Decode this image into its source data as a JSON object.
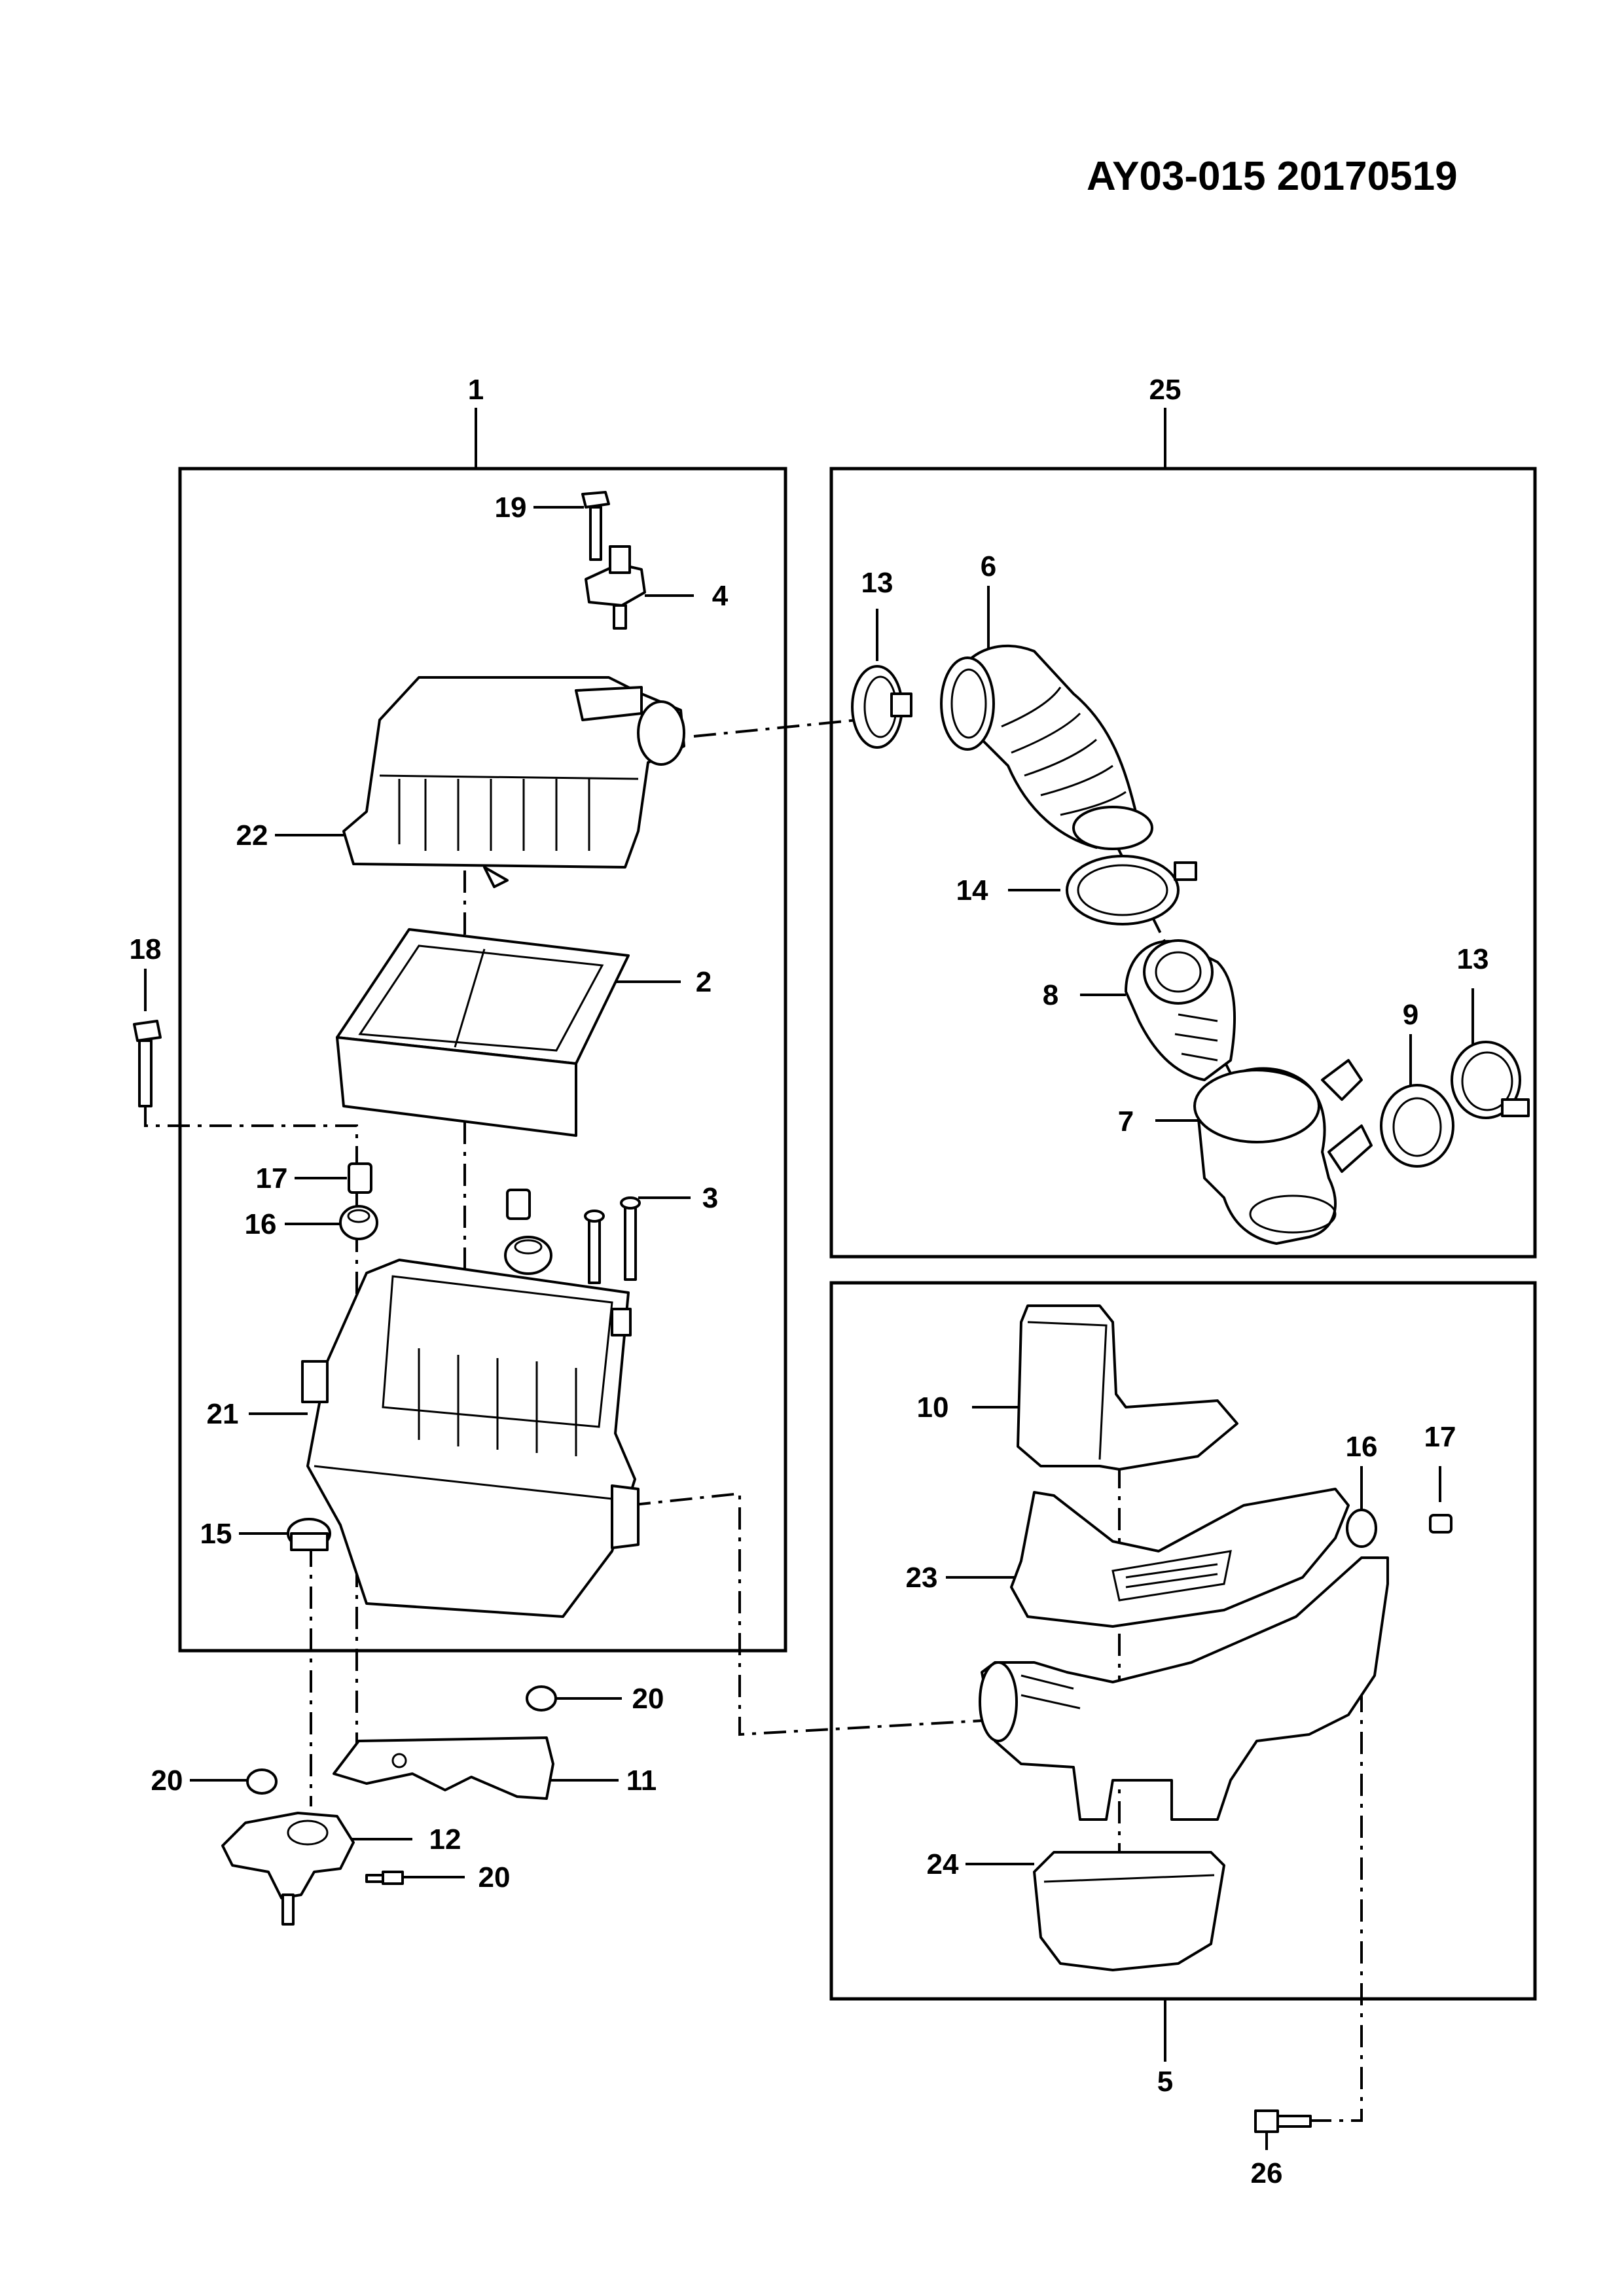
{
  "document": {
    "code": "AY03-015 20170519"
  },
  "callouts": [
    {
      "id": "1",
      "label": "1"
    },
    {
      "id": "2",
      "label": "2"
    },
    {
      "id": "3",
      "label": "3"
    },
    {
      "id": "4",
      "label": "4"
    },
    {
      "id": "5",
      "label": "5"
    },
    {
      "id": "6",
      "label": "6"
    },
    {
      "id": "7",
      "label": "7"
    },
    {
      "id": "8",
      "label": "8"
    },
    {
      "id": "9",
      "label": "9"
    },
    {
      "id": "10",
      "label": "10"
    },
    {
      "id": "11",
      "label": "11"
    },
    {
      "id": "12",
      "label": "12"
    },
    {
      "id": "13a",
      "label": "13"
    },
    {
      "id": "13b",
      "label": "13"
    },
    {
      "id": "14",
      "label": "14"
    },
    {
      "id": "15",
      "label": "15"
    },
    {
      "id": "16a",
      "label": "16"
    },
    {
      "id": "16b",
      "label": "16"
    },
    {
      "id": "17a",
      "label": "17"
    },
    {
      "id": "17b",
      "label": "17"
    },
    {
      "id": "18",
      "label": "18"
    },
    {
      "id": "19",
      "label": "19"
    },
    {
      "id": "20a",
      "label": "20"
    },
    {
      "id": "20b",
      "label": "20"
    },
    {
      "id": "20c",
      "label": "20"
    },
    {
      "id": "21",
      "label": "21"
    },
    {
      "id": "22",
      "label": "22"
    },
    {
      "id": "23",
      "label": "23"
    },
    {
      "id": "24",
      "label": "24"
    },
    {
      "id": "25",
      "label": "25"
    },
    {
      "id": "26",
      "label": "26"
    }
  ]
}
